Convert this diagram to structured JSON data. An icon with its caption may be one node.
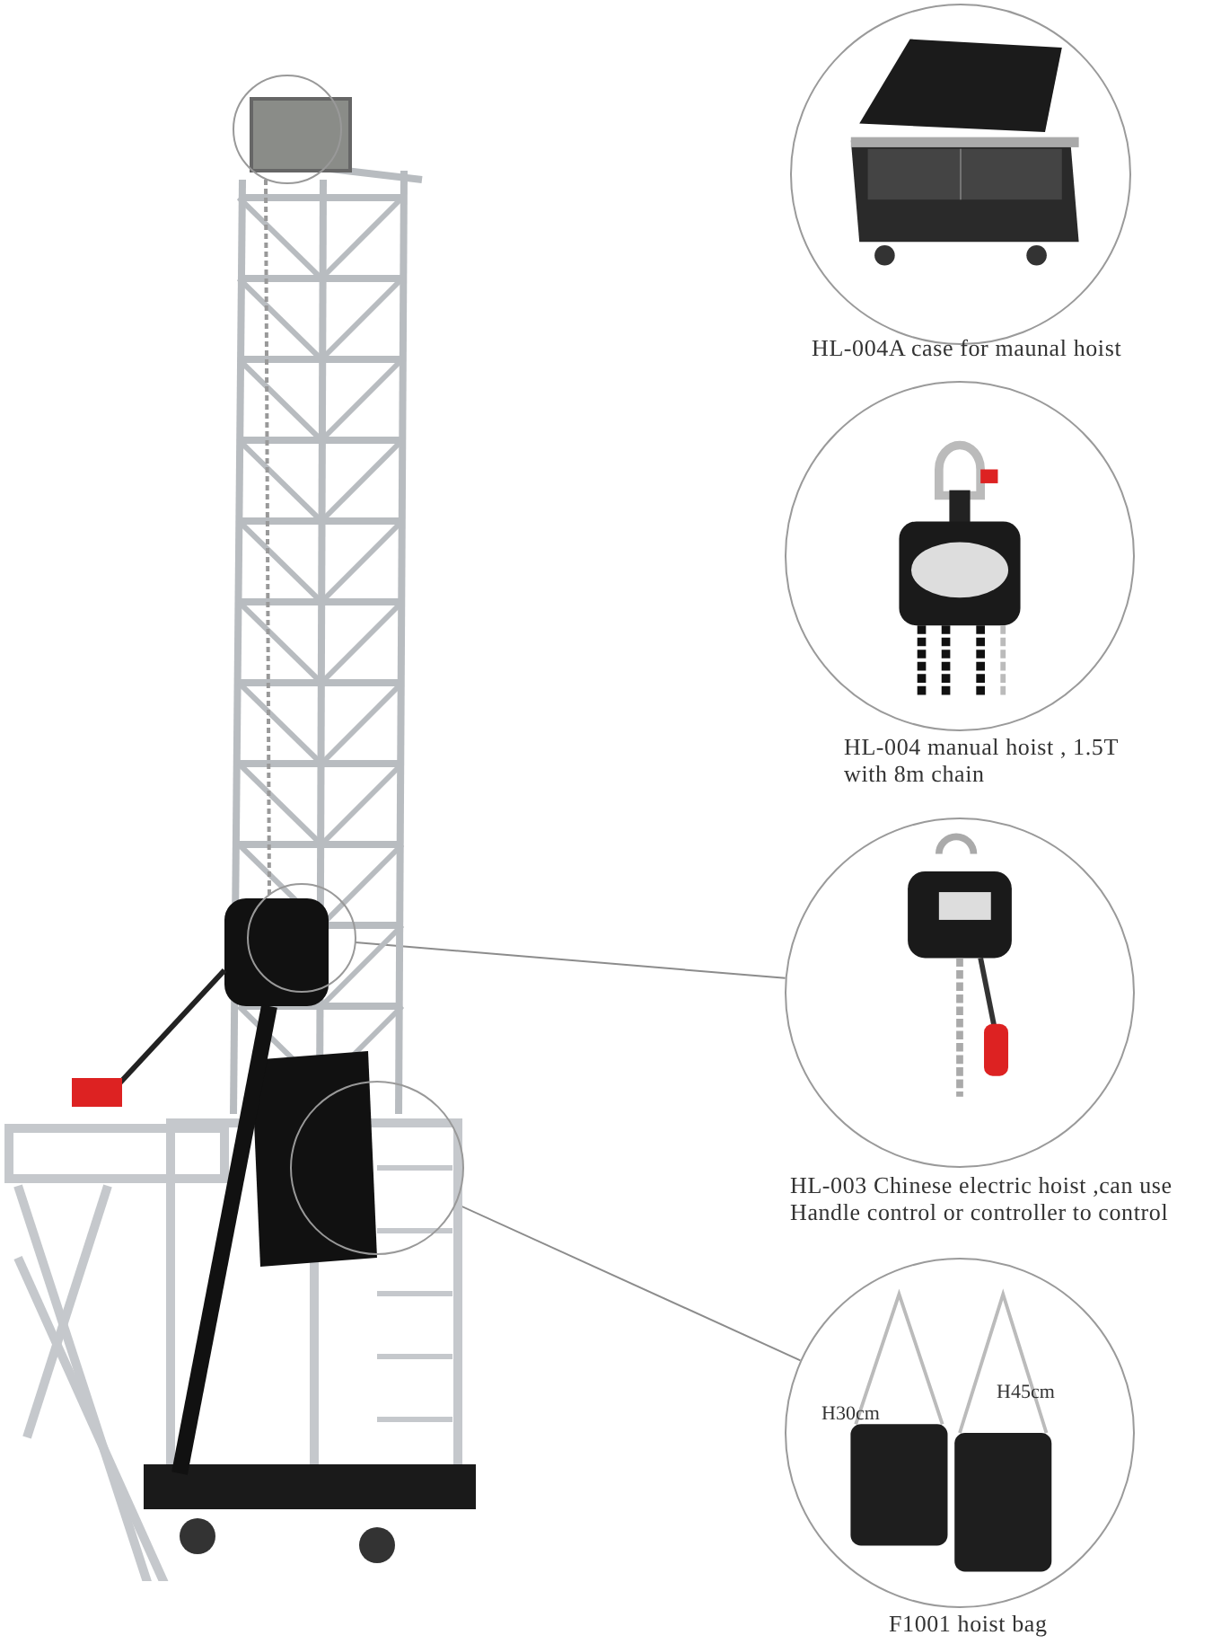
{
  "diagram": {
    "nodes": [
      {
        "text": [],
        "shape": "picture"
      },
      {
        "text": [],
        "shape": "picture",
        "beside": [
          "HL-004A case for maunal hoist"
        ]
      },
      {
        "text": [],
        "shape": "picture",
        "beside": [
          "HL-004 manual hoist , 1.5T with 8m chain"
        ]
      },
      {
        "text": [],
        "shape": "picture",
        "beside": [
          "HL-003 Chinese electric hoist ,can use  Handle control or controller to control"
        ]
      },
      {
        "text": [
          "H30cm",
          "H45cm"
        ],
        "beside": [
          "F1001 hoist bag"
        ]
      },
      {
        "text": [],
        "shape": "circle",
        "in": 0
      },
      {
        "text": [],
        "shape": "circle",
        "in": 0
      },
      {
        "text": [],
        "shape": "circle",
        "in": 0
      }
    ],
    "edges": [
      {
        "from": 6,
        "to": 3,
        "arrow": "none"
      },
      {
        "from": 7,
        "to": 4,
        "arrow": "none"
      }
    ]
  }
}
